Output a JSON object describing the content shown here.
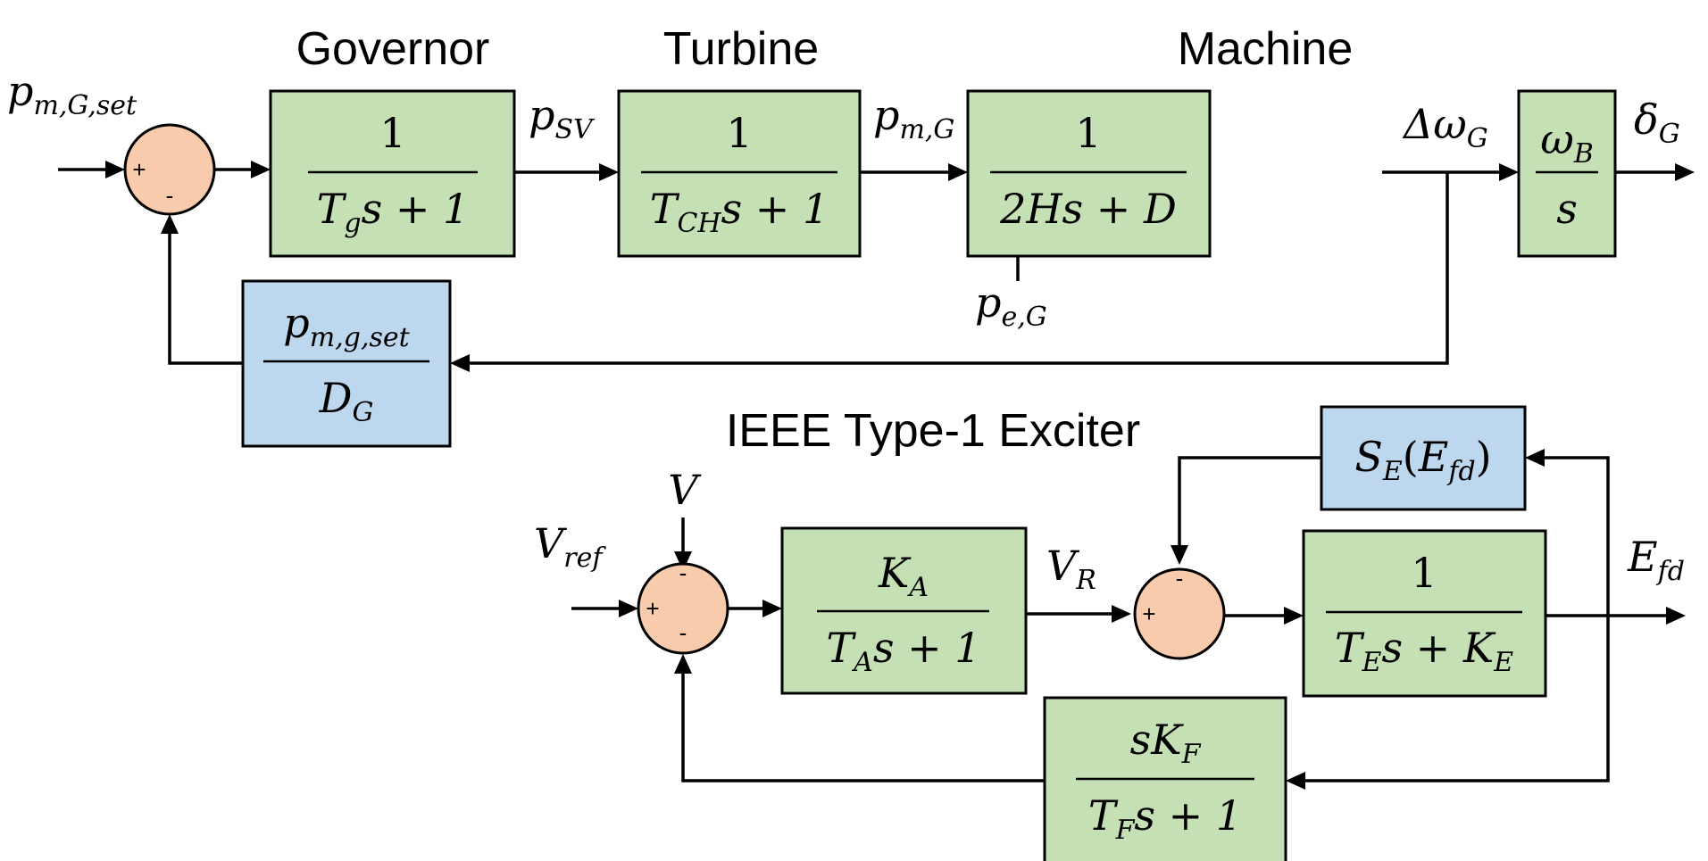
{
  "titles": {
    "governor": "Governor",
    "turbine": "Turbine",
    "machine": "Machine",
    "exciter": "IEEE Type-1 Exciter"
  },
  "signs": {
    "plus": "+",
    "minus": "-"
  },
  "signals": {
    "pm_set": {
      "base": "p",
      "sub": "m,G,set"
    },
    "psv": {
      "base": "p",
      "sub": "SV"
    },
    "pmg": {
      "base": "p",
      "sub": "m,G"
    },
    "peg": {
      "base": "p",
      "sub": "e,G"
    },
    "dwg": {
      "base": "Δω",
      "sub": "G"
    },
    "deltag": {
      "base": "δ",
      "sub": "G"
    },
    "vref": {
      "base": "V",
      "sub": "ref"
    },
    "v": {
      "base": "V"
    },
    "vr": {
      "base": "V",
      "sub": "R"
    },
    "efd": {
      "base": "E",
      "sub": "fd"
    }
  },
  "blocks": {
    "governor": {
      "num": "1",
      "den_a": "T",
      "den_a_sub": "g",
      "den_b": "s + 1"
    },
    "turbine": {
      "num": "1",
      "den_a": "T",
      "den_a_sub": "CH",
      "den_b": "s + 1"
    },
    "machine": {
      "num": "1",
      "den": "2Hs + D"
    },
    "integrator": {
      "num_a": "ω",
      "num_a_sub": "B",
      "den": "s"
    },
    "droop": {
      "num_a": "p",
      "num_a_sub": "m,g,set",
      "den_a": "D",
      "den_a_sub": "G"
    },
    "amplifier": {
      "num_a": "K",
      "num_a_sub": "A",
      "den_a": "T",
      "den_a_sub": "A",
      "den_b": "s + 1"
    },
    "exciter": {
      "num": "1",
      "den_a": "T",
      "den_a_sub": "E",
      "den_b": "s + ",
      "den_c": "K",
      "den_c_sub": "E"
    },
    "saturation": {
      "a": "S",
      "a_sub": "E",
      "b": "(",
      "c": "E",
      "c_sub": "fd",
      "d": ")"
    },
    "stabilizer": {
      "num_a": "sK",
      "num_a_sub": "F",
      "den_a": "T",
      "den_a_sub": "F",
      "den_b": "s + 1"
    }
  },
  "colors": {
    "block_green": "#c5e0b4",
    "block_blue": "#bdd7ee",
    "summing_junction": "#f8cbad",
    "line": "#000000"
  }
}
